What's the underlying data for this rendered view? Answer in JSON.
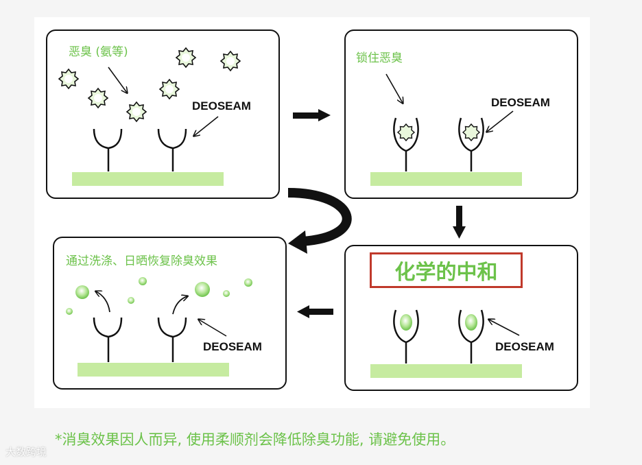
{
  "panels": {
    "p1": {
      "label": "恶臭 (氨等)",
      "product": "DEOSEAM"
    },
    "p2": {
      "label": "锁住恶臭",
      "product": "DEOSEAM"
    },
    "p3": {
      "title": "化学的中和",
      "product": "DEOSEAM"
    },
    "p4": {
      "label": "通过洗涤、日晒恢复除臭效果",
      "product": "DEOSEAM"
    }
  },
  "footnote": "*消臭效果因人而异, 使用柔顺剂会降低除臭功能, 请避免使用。",
  "watermark": "大数跨境",
  "colors": {
    "green": "#6cc24a",
    "bar_green": "#c6eba0",
    "frame": "#111111",
    "title_border": "#c0392b"
  }
}
